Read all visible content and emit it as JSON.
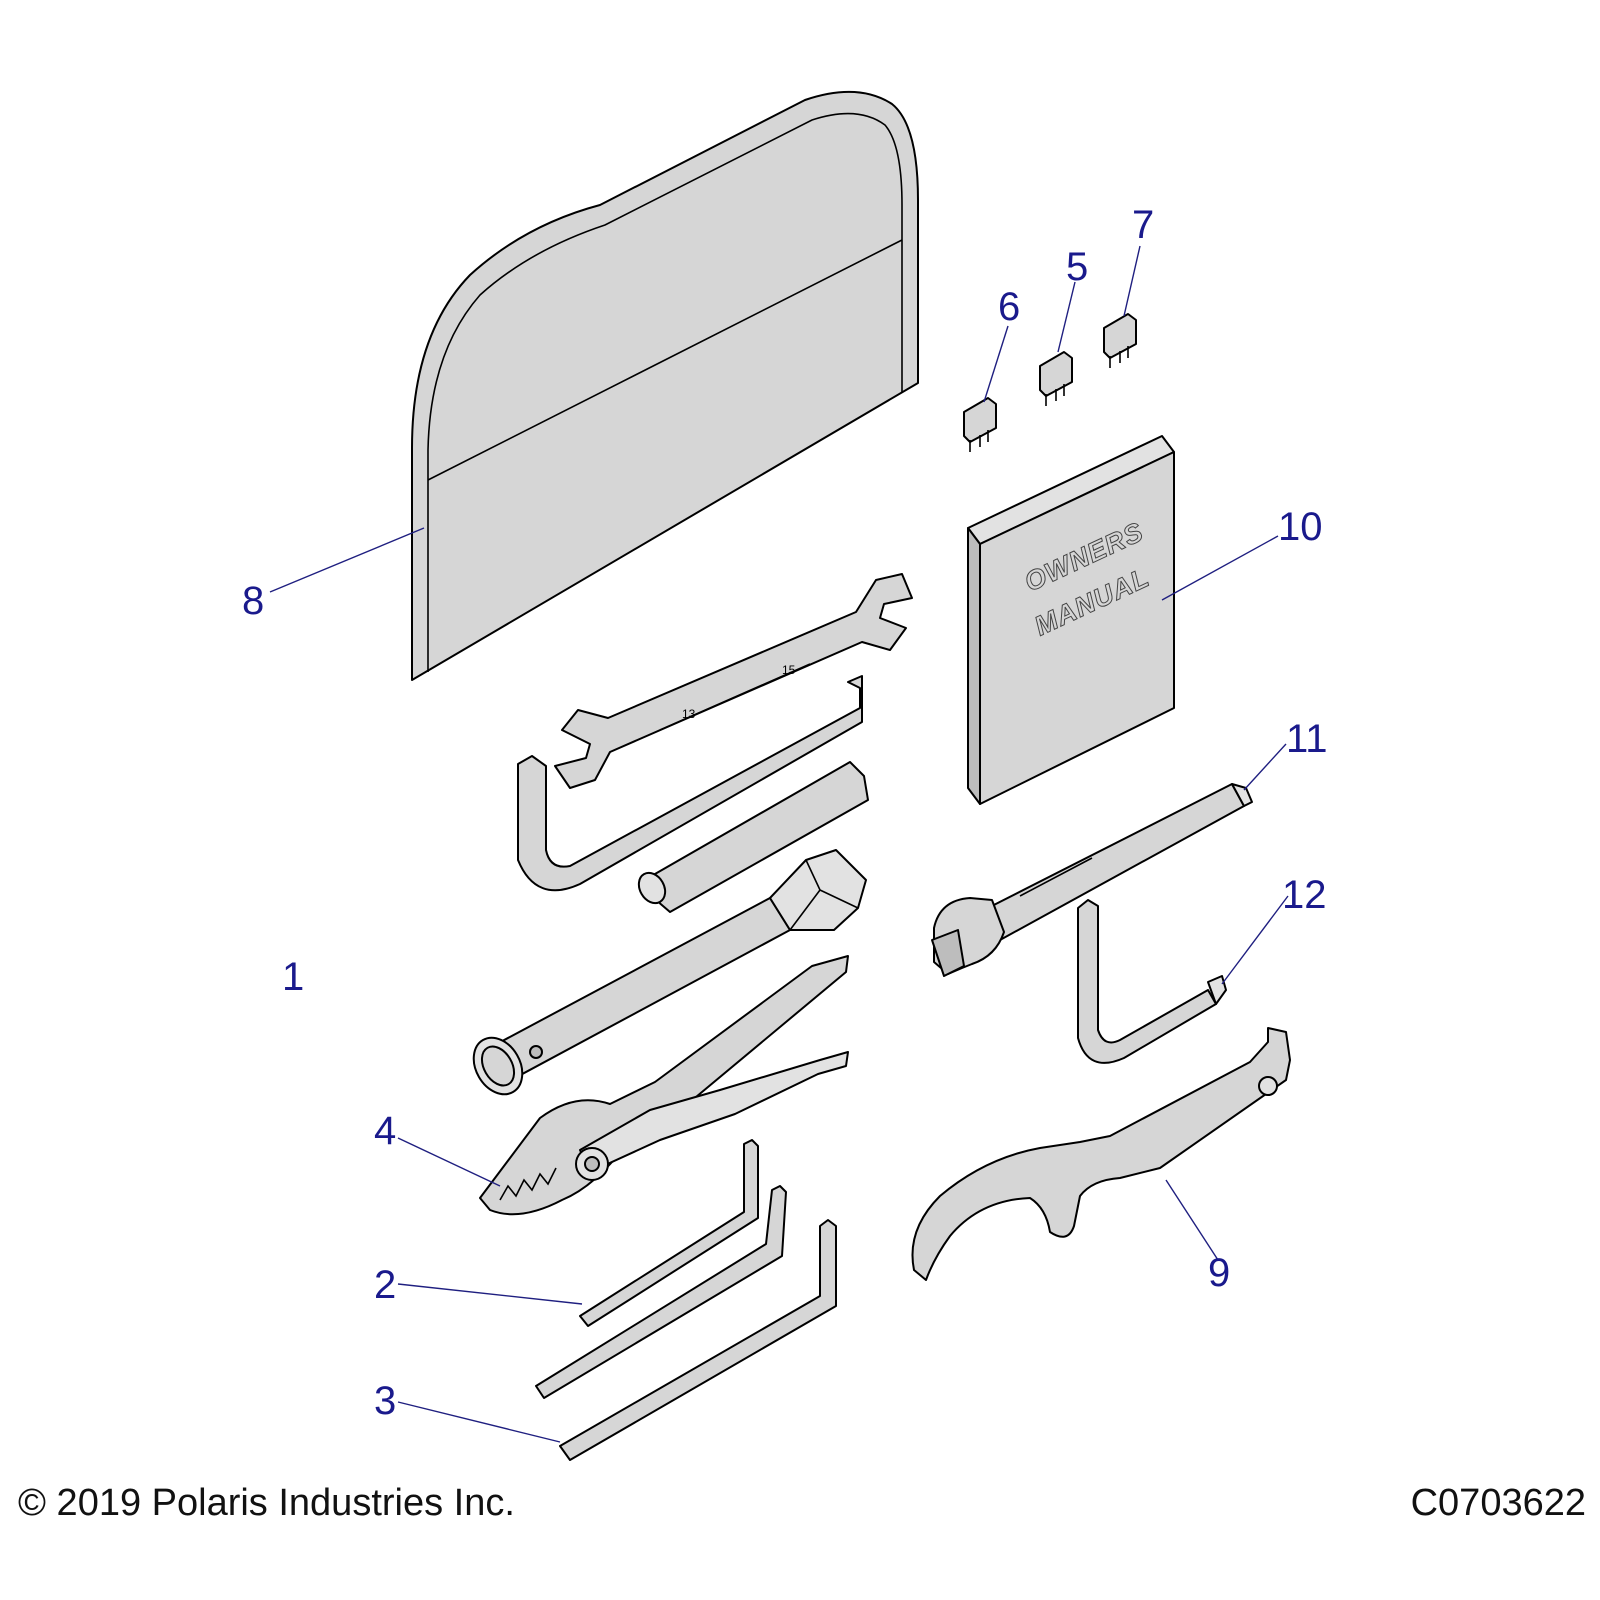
{
  "callouts": {
    "c1": "1",
    "c2": "2",
    "c3": "3",
    "c4": "4",
    "c5": "5",
    "c6": "6",
    "c7": "7",
    "c8": "8",
    "c9": "9",
    "c10": "10",
    "c11": "11",
    "c12": "12"
  },
  "book": {
    "line1": "OWNERS",
    "line2": "MANUAL"
  },
  "wrench_marks": {
    "size_a": "13",
    "size_b": "15"
  },
  "footer": {
    "copyright": "© 2019 Polaris Industries Inc.",
    "drawing_id": "C0703622"
  },
  "colors": {
    "part_fill": "#d6d6d6",
    "callout_text": "#1a1a8c"
  }
}
